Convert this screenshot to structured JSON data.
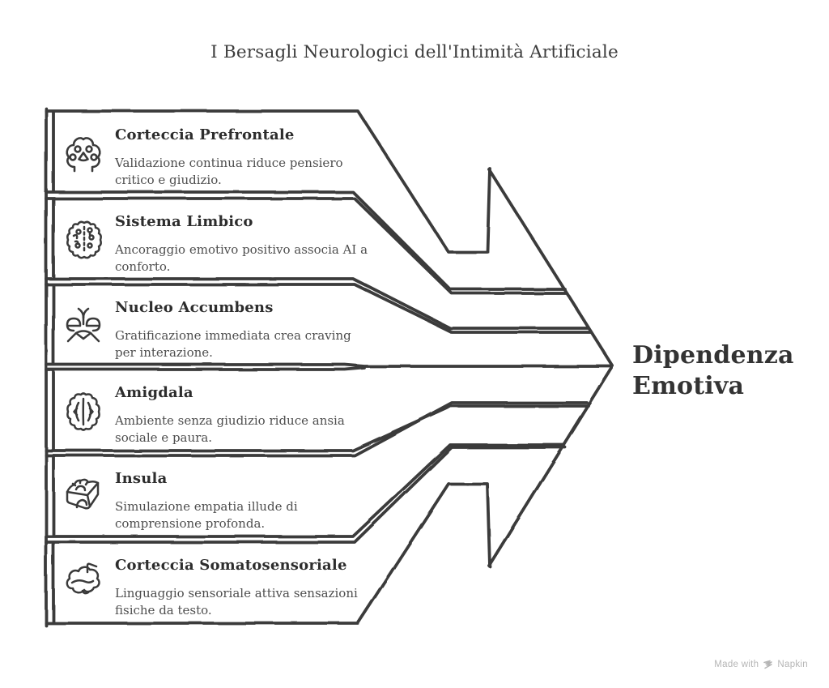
{
  "title": "I Bersagli Neurologici dell'Intimità Artificiale",
  "stages": [
    {
      "name": "Corteccia Prefrontale",
      "description": "Validazione continua riduce pensiero critico e giudizio.",
      "icon": "prefrontal-cortex-icon"
    },
    {
      "name": "Sistema Limbico",
      "description": "Ancoraggio emotivo positivo associa AI a conforto.",
      "icon": "limbic-system-icon"
    },
    {
      "name": "Nucleo Accumbens",
      "description": "Gratificazione immediata crea craving per interazione.",
      "icon": "nucleus-accumbens-icon"
    },
    {
      "name": "Amigdala",
      "description": "Ambiente senza giudizio riduce ansia sociale e paura.",
      "icon": "amygdala-icon"
    },
    {
      "name": "Insula",
      "description": "Simulazione empatia illude di comprensione profonda.",
      "icon": "insula-icon"
    },
    {
      "name": "Corteccia Somatosensoriale",
      "description": "Linguaggio sensoriale attiva sensazioni fisiche da testo.",
      "icon": "somatosensory-cortex-icon"
    }
  ],
  "outcome": {
    "lines": [
      "Dipendenza",
      "Emotiva"
    ]
  },
  "footer": {
    "made_with": "Made with",
    "brand": "Napkin",
    "logo": "napkin-logo-icon"
  },
  "colors": {
    "line": "#3a3a3a",
    "heading": "#2d2d2d",
    "body_text": "#4e4e4e",
    "muted": "#b5b5b5",
    "background": "#ffffff"
  }
}
